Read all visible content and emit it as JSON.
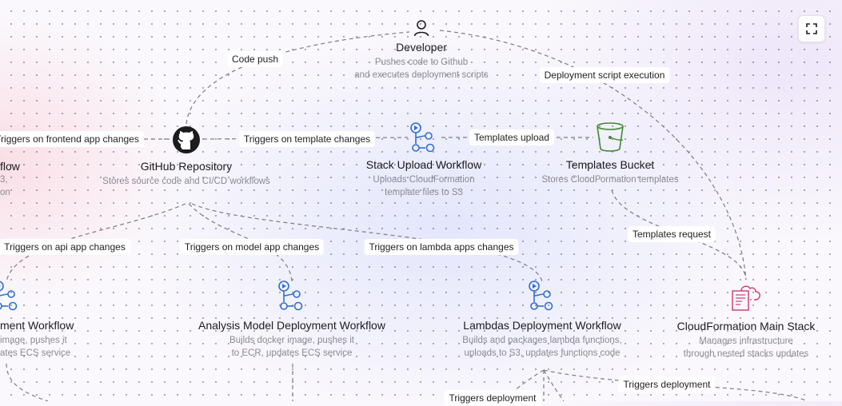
{
  "nodes": {
    "developer": {
      "title": "Developer",
      "desc_line1": "Pushes code to Github",
      "desc_line2": "and executes deployment scripts"
    },
    "frontend_workflow": {
      "title": "flow",
      "desc_line1": "3,",
      "desc_line2": "on"
    },
    "github": {
      "title": "GitHub Repository",
      "desc_line1": "Stores source code and CI/CD workflows"
    },
    "stack_upload": {
      "title": "Stack Upload Workflow",
      "desc_line1": "Uploads CloudFormation",
      "desc_line2": "template files to S3"
    },
    "templates_bucket": {
      "title": "Templates Bucket",
      "desc_line1": "Stores CloudFormation templates"
    },
    "api_workflow": {
      "title": "ment Workflow",
      "desc_line1": "image, pushes it",
      "desc_line2": "ates ECS service"
    },
    "analysis_workflow": {
      "title": "Analysis Model Deployment Workflow",
      "desc_line1": "Builds docker image, pushes it",
      "desc_line2": "to ECR, updates ECS service"
    },
    "lambdas_workflow": {
      "title": "Lambdas Deployment Workflow",
      "desc_line1": "Builds and packages lambda functions,",
      "desc_line2": "uploads to S3, updates functions code"
    },
    "cloudformation": {
      "title": "CloudFormation Main Stack",
      "desc_line1": "Manages infrastructure",
      "desc_line2": "through nested stacks updates"
    }
  },
  "edge_labels": {
    "code_push": "Code push",
    "deployment_script": "Deployment script execution",
    "frontend_changes": "Triggers on frontend app changes",
    "template_changes": "Triggers on template changes",
    "templates_upload": "Templates upload",
    "templates_request": "Templates request",
    "api_changes": "Triggers on api app changes",
    "model_changes": "Triggers on model app changes",
    "lambda_changes": "Triggers on lambda apps changes",
    "triggers_deployment_1": "Triggers deployment",
    "triggers_deployment_2": "Triggers deployment"
  },
  "icons": {
    "developer": "user-icon",
    "github": "github-icon",
    "workflow": "github-actions-workflow-icon",
    "bucket": "s3-bucket-icon",
    "cloudformation": "cloudformation-icon",
    "fullscreen": "fullscreen-icon"
  },
  "colors": {
    "workflow_blue": "#2f6fd6",
    "bucket_green": "#3d8b2f",
    "cloudformation_pink": "#d63f7e",
    "edge": "#7c7c84"
  }
}
